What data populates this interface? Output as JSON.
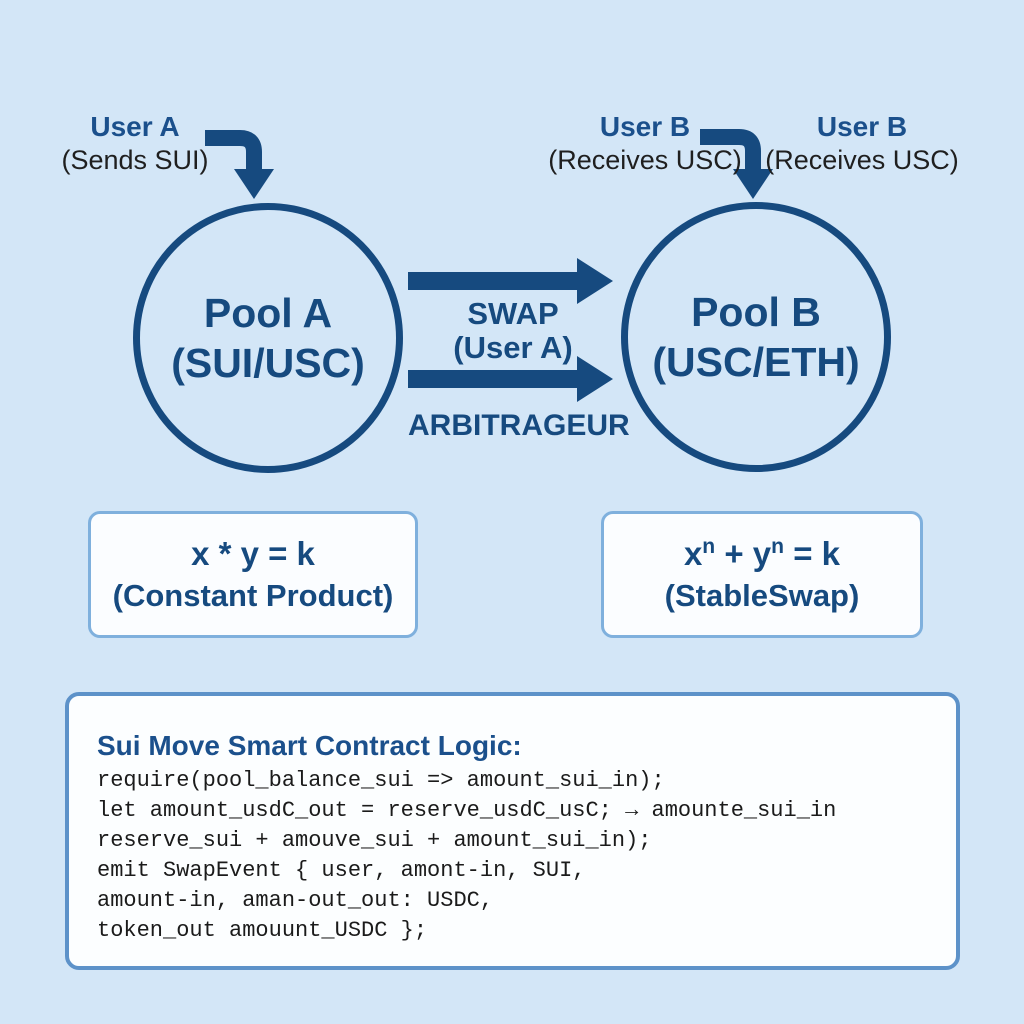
{
  "palette": {
    "background": "#d3e6f7",
    "diagram_navy": "#164a7f",
    "heading_blue": "#1b508c",
    "body_text": "#1f1f1f",
    "card_background": "#fbfdff",
    "formula_card_border": "#7fb0dd",
    "code_panel_border": "#5d92c9"
  },
  "icons": {
    "user_a_flow_arrow": "elbow-down-arrow",
    "user_b_flow_arrow": "elbow-down-arrow",
    "swap_arrow_top": "thick-right-arrow",
    "swap_arrow_bottom": "thick-right-arrow"
  },
  "actors": {
    "user_a": {
      "name": "User A",
      "detail": "(Sends SUI)"
    },
    "user_b_left": {
      "name": "User B",
      "detail": "(Receives USC)"
    },
    "user_b_right": {
      "name": "User B",
      "detail": "(Receives USC)"
    }
  },
  "pools": {
    "pool_a": {
      "title": "Pool A",
      "subtitle": "(SUI/USC)"
    },
    "pool_b": {
      "title": "Pool B",
      "subtitle": "(USC/ETH)"
    }
  },
  "flows": {
    "swap_label": "SWAP",
    "swap_actor": "(User A)",
    "arbitrageur_label": "ARBITRAGEUR"
  },
  "formulas": {
    "constant_product": {
      "equation": "x * y = k",
      "caption": "(Constant Product)"
    },
    "stableswap": {
      "eq_p1": "x",
      "eq_s1": "n",
      "eq_p2": " + y",
      "eq_s2": "n",
      "eq_p3": " = k",
      "caption": "(StableSwap)"
    }
  },
  "code_panel": {
    "title": "Sui Move Smart Contract Logic:",
    "lines": [
      "require(pool_balance_sui => amount_sui_in);",
      "let amount_usdC_out = reserve_usdC_usC; → amounte_sui_in",
      "reserve_sui + amouve_sui + amount_sui_in);",
      "emit SwapEvent { user, amont-in, SUI,",
      "amount-in, aman-out_out: USDC,",
      "token_out amouunt_USDC };"
    ]
  }
}
